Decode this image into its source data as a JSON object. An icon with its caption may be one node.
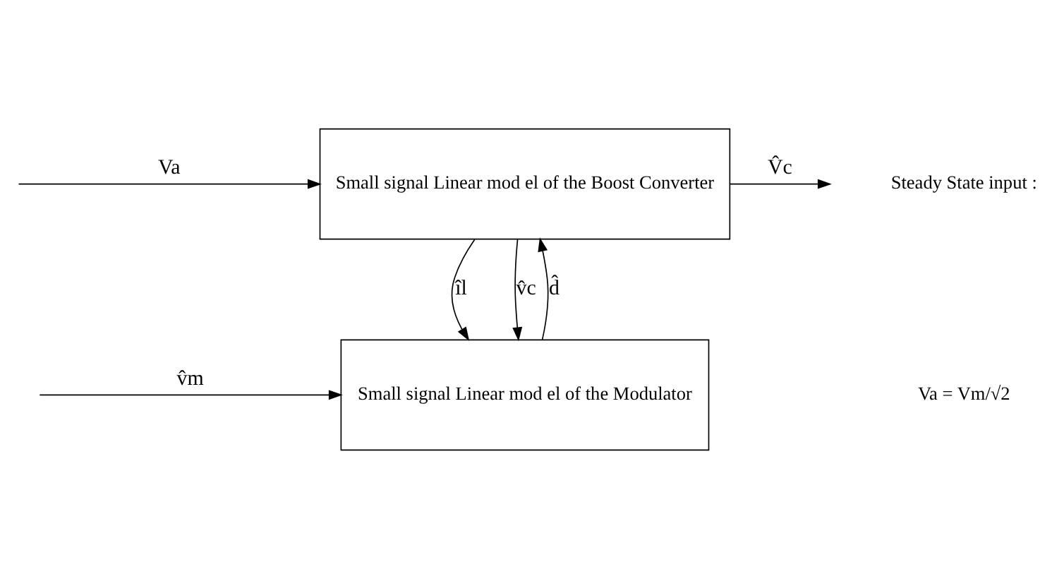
{
  "diagram": {
    "nodes": [
      {
        "text": [
          "Small signal Linear mod el of the Boost Converter"
        ]
      },
      {
        "text": [
          "Small signal Linear mod el of the Modulator"
        ]
      }
    ],
    "edges": [
      {
        "from": null,
        "to": 0,
        "arrow": "to",
        "label": "Va"
      },
      {
        "from": 0,
        "to": null,
        "arrow": "to",
        "label": "V̂c"
      },
      {
        "from": 1,
        "to": 0,
        "arrow": "to",
        "label": "d̂"
      },
      {
        "from": 0,
        "to": 1,
        "arrow": "to",
        "label": "îl"
      },
      {
        "from": 0,
        "to": 1,
        "arrow": "to",
        "label": "v̂c"
      },
      {
        "from": null,
        "to": 1,
        "arrow": "to",
        "label": "v̂m"
      }
    ],
    "labels": [
      "Steady State input :",
      "Va = Vm/√2"
    ]
  }
}
